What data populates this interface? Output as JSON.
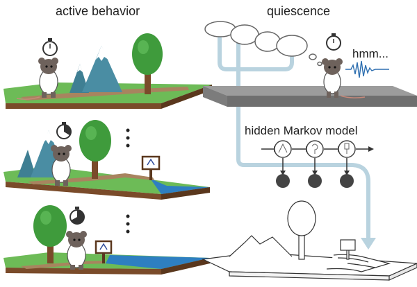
{
  "labels": {
    "active_behavior": "active behavior",
    "quiescence": "quiescence",
    "thought": "hmm...",
    "model": "hidden Markov model"
  },
  "colors": {
    "grass": "#6dbb57",
    "soil": "#7a4b2a",
    "path": "#a8845f",
    "water": "#2e7fc1",
    "mountain": "#3f7f93",
    "mountain_snow": "#ffffff",
    "tree_leaf": "#3f9b3c",
    "tree_trunk": "#7a4b2a",
    "ground_gray": "#9c9c9c",
    "flow_arrow": "#b9d3df",
    "hmm_state": "#444444",
    "rat": "#6e625c",
    "line_art": "#333333"
  },
  "icons": [
    "stopwatch-icon",
    "rat-icon",
    "tree-icon",
    "mountain-icon",
    "signpost-icon",
    "thought-cloud-icon",
    "sound-wave-icon",
    "ellipsis-icon"
  ]
}
